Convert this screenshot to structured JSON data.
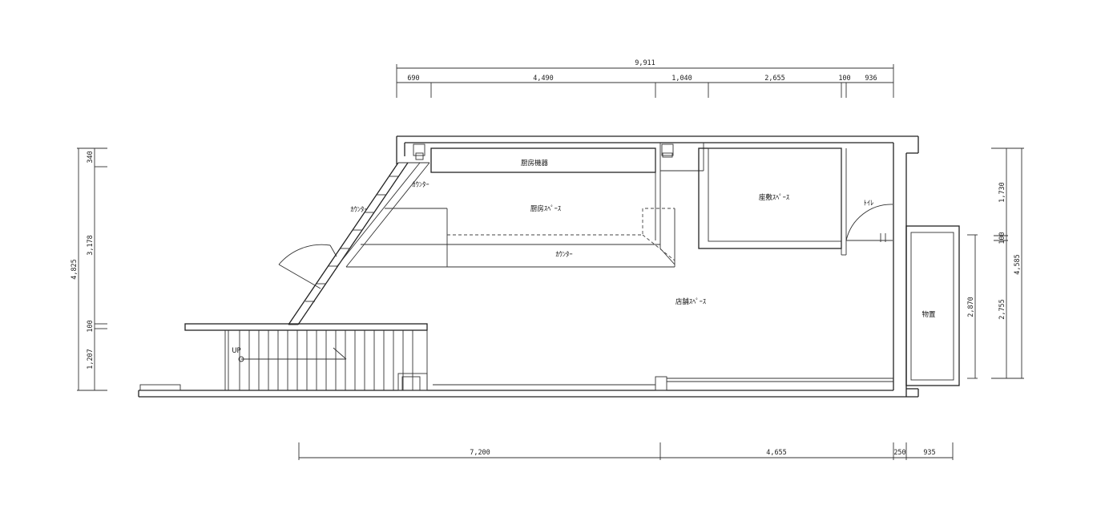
{
  "top_dimensions": {
    "total": "9,911",
    "segments": [
      "690",
      "4,490",
      "1,040",
      "2,655",
      "100",
      "936"
    ]
  },
  "bottom_dimensions": {
    "segments": [
      "7,200",
      "4,655",
      "250",
      "935"
    ]
  },
  "left_dimensions": {
    "total": "4,825",
    "segments": [
      "340",
      "3,178",
      "100",
      "1,207"
    ]
  },
  "right_dimensions": {
    "outer_total": "4,585",
    "outer_segments": [
      "1,730",
      "100",
      "2,755"
    ],
    "inner": "2,870"
  },
  "rooms": {
    "kitchen_equipment": "厨房機器",
    "counter_diagonal_1": "ｶｳﾝﾀｰ",
    "counter_diagonal_2": "ｶｳﾝﾀｰ",
    "kitchen_space": "厨房ｽﾍﾟｰｽ",
    "counter_front": "ｶｳﾝﾀｰ",
    "seating_space": "座敷ｽﾍﾟｰｽ",
    "toilet": "ﾄｲﾚ",
    "store_space": "店舗ｽﾍﾟｰｽ",
    "storage": "物置",
    "stair_up": "UP"
  }
}
